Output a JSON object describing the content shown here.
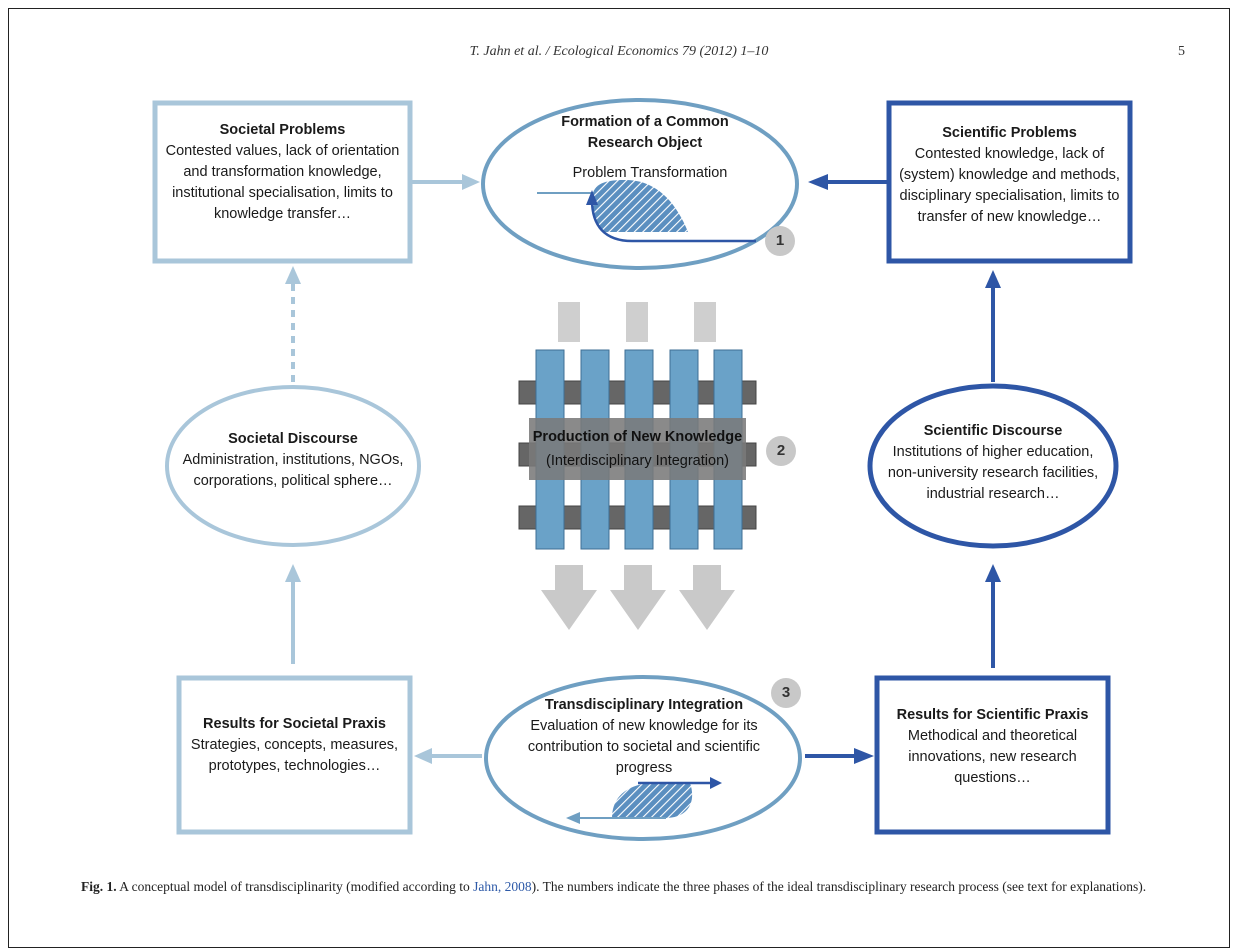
{
  "header": {
    "running_title": "T. Jahn et al. / Ecological Economics 79 (2012) 1–10",
    "page_number": "5"
  },
  "figure": {
    "societal_problems": {
      "title": "Societal Problems",
      "body": "Contested values, lack of orientation and transformation knowledge, institutional specialisation, limits to knowledge transfer…"
    },
    "common_object": {
      "title": "Formation of a Common Research Object",
      "subtitle": "Problem Transformation",
      "phase": "1"
    },
    "scientific_problems": {
      "title": "Scientific Problems",
      "body": "Contested knowledge, lack of (system) knowledge and methods, disciplinary specialisation, limits to transfer of new knowledge…"
    },
    "societal_discourse": {
      "title": "Societal Discourse",
      "body": "Administration, institutions, NGOs, corporations, political sphere…"
    },
    "new_knowledge": {
      "title": "Production of New Knowledge",
      "subtitle": "(Interdisciplinary Integration)",
      "phase": "2"
    },
    "scientific_discourse": {
      "title": "Scientific Discourse",
      "body": "Institutions of higher education, non-university research facilities, industrial research…"
    },
    "societal_praxis": {
      "title": "Results for Societal Praxis",
      "body": "Strategies, concepts, measures, prototypes, technologies…"
    },
    "transdisciplinary": {
      "title": "Transdisciplinary Integration",
      "body": "Evaluation of new knowledge for its contribution to societal and scientific progress",
      "phase": "3"
    },
    "scientific_praxis": {
      "title": "Results for Scientific Praxis",
      "body": "Methodical and theoretical innovations, new research questions…"
    }
  },
  "caption": {
    "label": "Fig. 1.",
    "text_before": " A conceptual model of transdisciplinarity (modified according to ",
    "reference": "Jahn, 2008",
    "text_after": "). The numbers indicate the three phases of the ideal transdisciplinary research process (see text for explanations)."
  },
  "colors": {
    "light_blue": "#a9c6da",
    "mid_blue": "#6f9fc2",
    "dark_blue": "#2e56a6",
    "bar_blue": "#6aa2c8",
    "grey": "#cfcfcf",
    "dark_grey": "#666666"
  }
}
